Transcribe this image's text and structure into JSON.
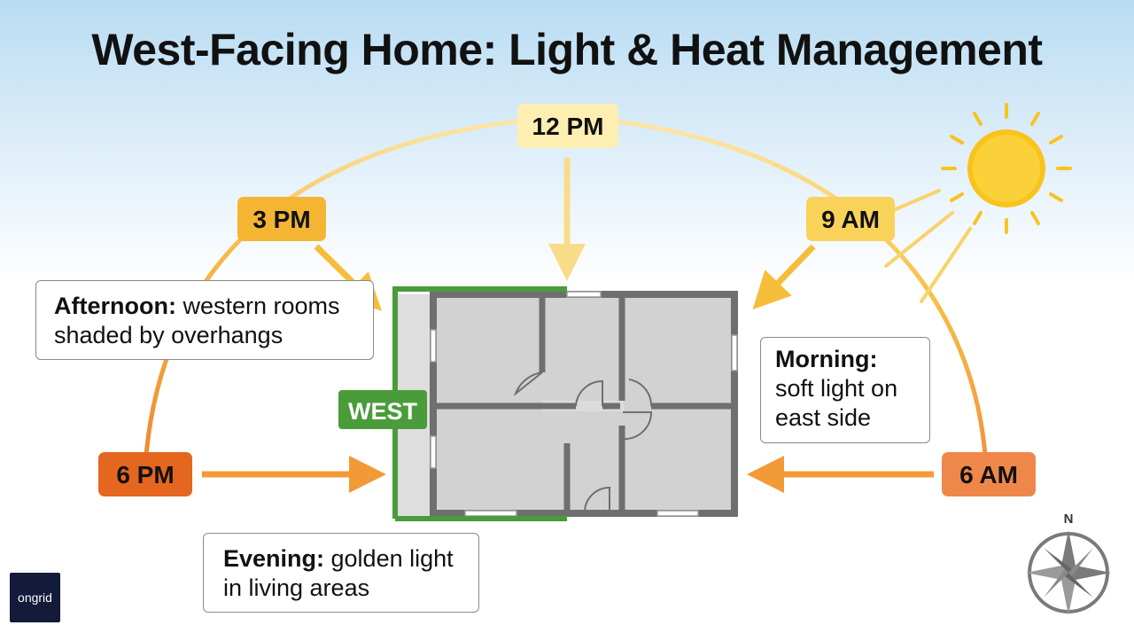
{
  "title": "West-Facing Home: Light & Heat Management",
  "colors": {
    "sky_top": "#b9dcf3",
    "arc_noon": "#fbe7a6",
    "arc_afternoon": "#f8c24a",
    "arc_evening": "#ef8a2e",
    "label_6pm": "#e5661f",
    "label_3pm": "#f4b533",
    "label_12pm": "#fdeeb2",
    "label_9am": "#f9d25a",
    "label_6am": "#f0874a",
    "west_green": "#4a9c3a",
    "wall_gray": "#6f6f6f",
    "room_fill": "#d3d3d3",
    "sun": "#f9c31e"
  },
  "time_labels": {
    "pm6": "6 PM",
    "pm3": "3 PM",
    "pm12": "12 PM",
    "am9": "9 AM",
    "am6": "6 AM"
  },
  "west_label": "WEST",
  "notes": {
    "afternoon": {
      "bold": "Afternoon:",
      "text": " western rooms shaded by overhangs"
    },
    "morning": {
      "bold": "Morning:",
      "text": " soft light on east side"
    },
    "evening": {
      "bold": "Evening:",
      "text": " golden light in living areas"
    }
  },
  "compass": {
    "north": "N",
    "icon": "compass-rose-icon"
  },
  "sun": {
    "icon": "sun-icon"
  },
  "logo": {
    "text": "ongrid"
  }
}
